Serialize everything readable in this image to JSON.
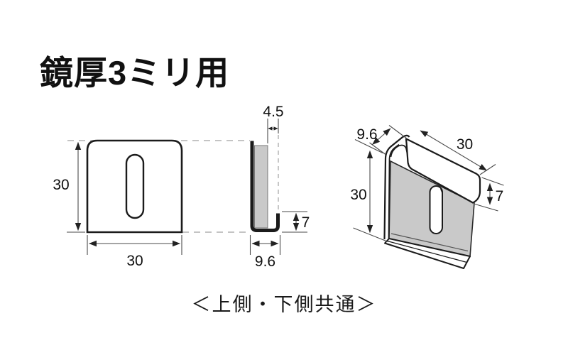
{
  "title": "鏡厚3ミリ用",
  "caption": "＜上側・下側共通＞",
  "views": {
    "front": {
      "label": "front-view",
      "height_mm": "30",
      "width_mm": "30"
    },
    "side": {
      "label": "side-view",
      "opening_mm": "4.5",
      "lip_mm": "7",
      "depth_mm": "9.6"
    },
    "iso": {
      "label": "isometric-view",
      "depth_mm": "9.6",
      "height_mm": "30",
      "width_mm": "30",
      "lip_mm": "7"
    }
  },
  "colors": {
    "outline": "#1b1b1b",
    "fill_gray": "#c9c9c9",
    "projection_dash": "#b0b0b0",
    "dimension_line": "#4a4a4a"
  }
}
